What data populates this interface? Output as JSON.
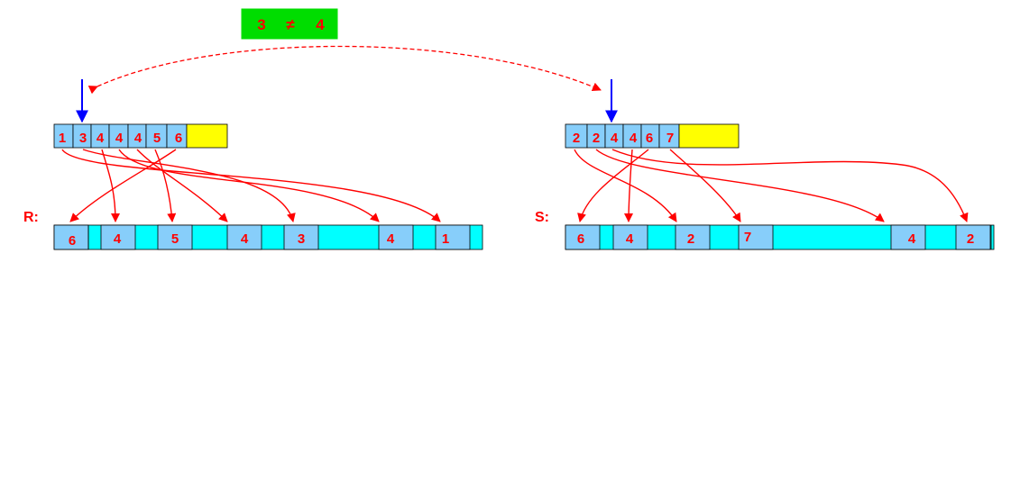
{
  "compare": {
    "left": "3",
    "symbol": "≠",
    "right": "4"
  },
  "relations": {
    "R": {
      "label": "R:",
      "index_values": [
        "1",
        "3",
        "4",
        "4",
        "4",
        "5",
        "6"
      ],
      "data_values": [
        "6",
        "4",
        "5",
        "4",
        "3",
        "4",
        "1"
      ]
    },
    "S": {
      "label": "S:",
      "index_values": [
        "2",
        "2",
        "4",
        "4",
        "6",
        "7"
      ],
      "data_values": [
        "6",
        "4",
        "2",
        "7",
        "4",
        "2"
      ]
    }
  },
  "colors": {
    "cell": "#87cefa",
    "table": "#00ffff",
    "empty_slot": "#ffff00",
    "compare_box": "#00dd00",
    "pointer": "#0000ff",
    "arrow": "#ff0000",
    "text": "#ff0000"
  }
}
